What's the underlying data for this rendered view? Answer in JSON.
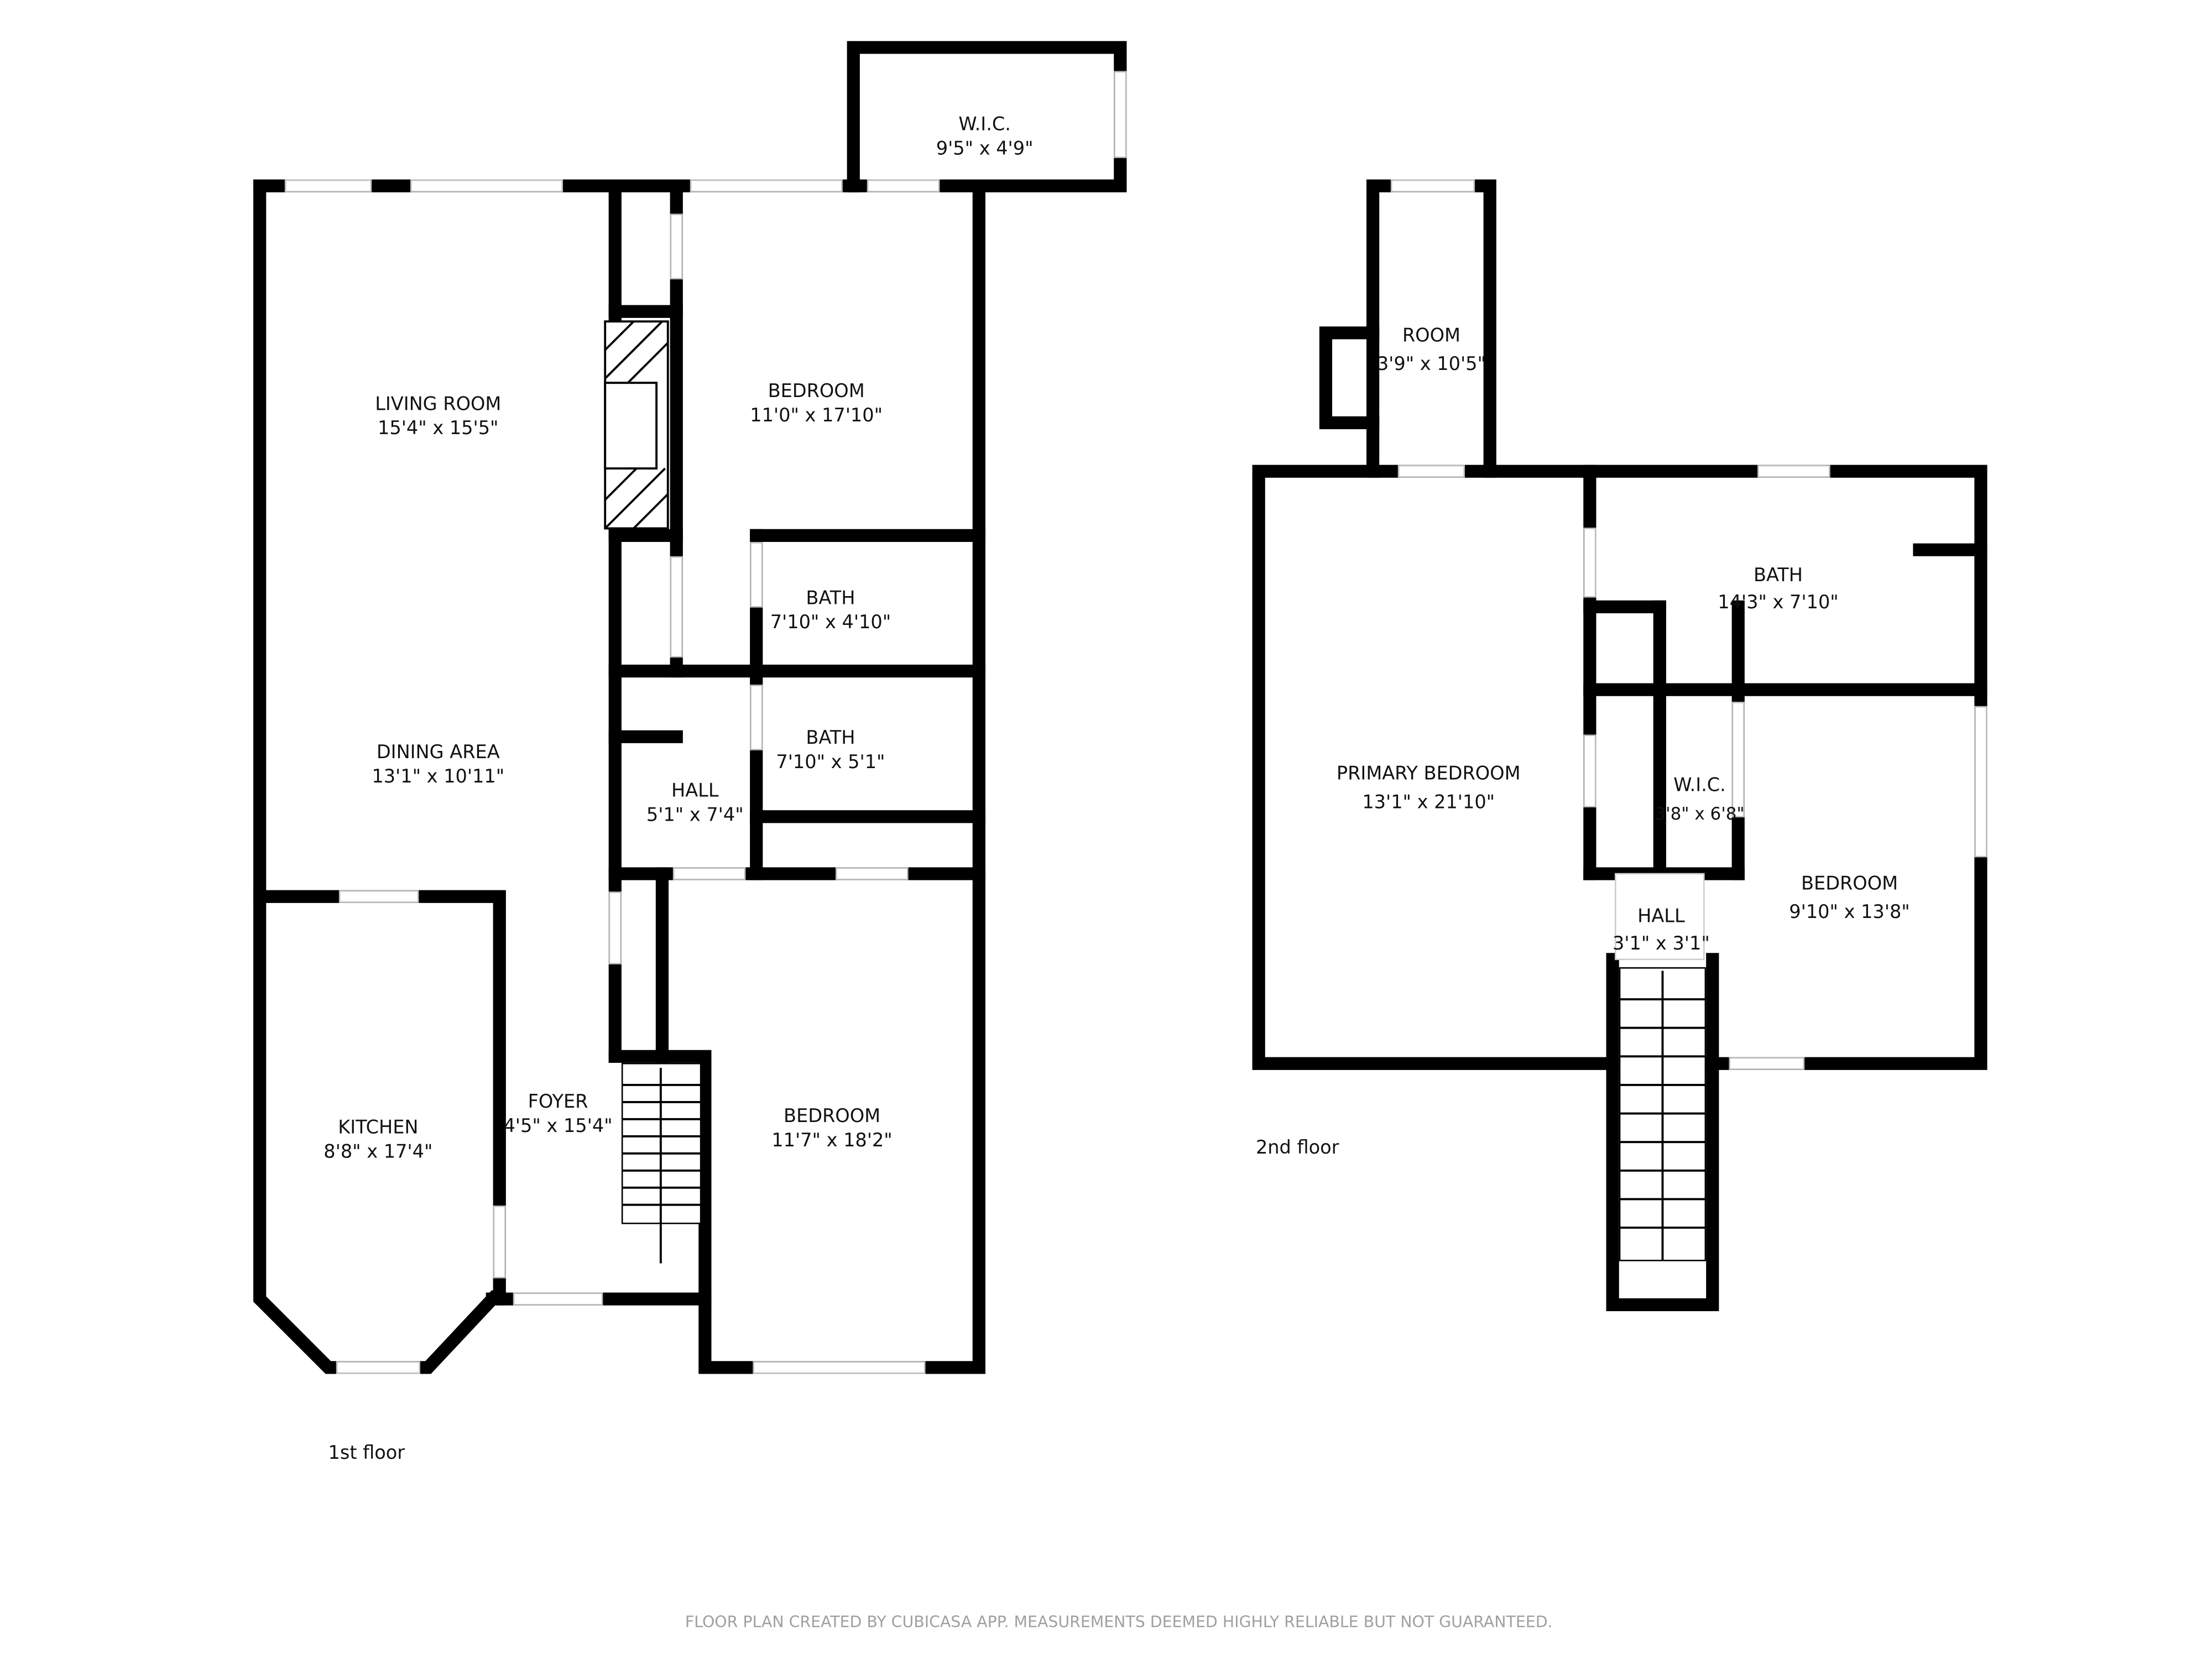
{
  "first_floor": {
    "label": "1st floor",
    "rooms": [
      {
        "name": "W.I.C.",
        "size": "9'5\" x 4'9\""
      },
      {
        "name": "LIVING ROOM",
        "size": "15'4\" x 15'5\""
      },
      {
        "name": "BEDROOM",
        "size": "11'0\" x 17'10\""
      },
      {
        "name": "BATH",
        "size": "7'10\" x 4'10\""
      },
      {
        "name": "BATH",
        "size": "7'10\" x 5'1\""
      },
      {
        "name": "DINING AREA",
        "size": "13'1\" x 10'11\""
      },
      {
        "name": "HALL",
        "size": "5'1\" x 7'4\""
      },
      {
        "name": "KITCHEN",
        "size": "8'8\" x 17'4\""
      },
      {
        "name": "FOYER",
        "size": "4'5\" x 15'4\""
      },
      {
        "name": "BEDROOM",
        "size": "11'7\" x 18'2\""
      }
    ]
  },
  "second_floor": {
    "label": "2nd floor",
    "rooms": [
      {
        "name": "ROOM",
        "size": "3'9\" x 10'5\""
      },
      {
        "name": "BATH",
        "size": "14'3\" x 7'10\""
      },
      {
        "name": "PRIMARY BEDROOM",
        "size": "13'1\" x 21'10\""
      },
      {
        "name": "W.I.C.",
        "size": "3'8\" x 6'8\""
      },
      {
        "name": "HALL",
        "size": "3'1\" x 3'1\""
      },
      {
        "name": "BEDROOM",
        "size": "9'10\" x 13'8\""
      }
    ]
  },
  "footer": "FLOOR PLAN CREATED BY CUBICASA APP. MEASUREMENTS DEEMED HIGHLY RELIABLE BUT NOT GUARANTEED.",
  "colors": {
    "wall": "#000000",
    "background": "#ffffff",
    "footer_text": "#a0a0a0"
  }
}
